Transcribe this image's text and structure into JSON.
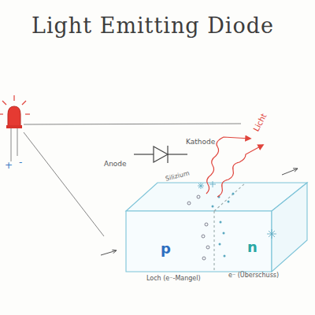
{
  "diagram": {
    "title": "Light Emitting Diode",
    "labels": [
      "+",
      "-",
      "Anode",
      "Kathode",
      "Silizium",
      "Licht",
      "p",
      "n",
      "Loch (e⁻-Mangel)",
      "e⁻ (Überschuss)"
    ]
  }
}
